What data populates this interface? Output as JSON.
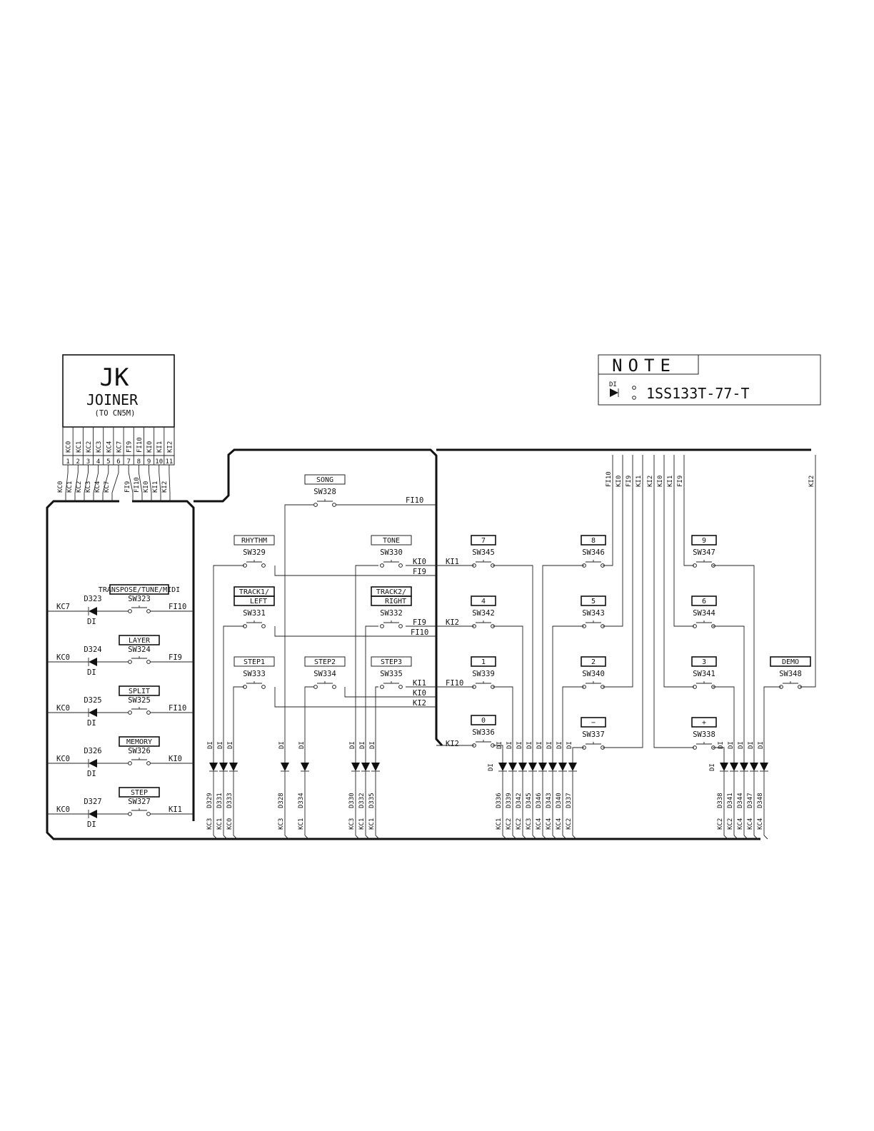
{
  "joiner": {
    "title": "JK",
    "subtitle": "JOINER",
    "note": "(TO CN5M)",
    "pins": [
      {
        "num": "1",
        "sig": "KC0"
      },
      {
        "num": "2",
        "sig": "KC1"
      },
      {
        "num": "3",
        "sig": "KC2"
      },
      {
        "num": "4",
        "sig": "KC3"
      },
      {
        "num": "5",
        "sig": "KC4"
      },
      {
        "num": "6",
        "sig": "KC7"
      },
      {
        "num": "7",
        "sig": "FI9"
      },
      {
        "num": "8",
        "sig": "FI10"
      },
      {
        "num": "9",
        "sig": "KI0"
      },
      {
        "num": "10",
        "sig": "KI1"
      },
      {
        "num": "11",
        "sig": "KI2"
      }
    ]
  },
  "note_box": {
    "title": "NOTE",
    "symbol_label": "DI",
    "part": "1SS133T-77-T"
  },
  "left_panel": [
    {
      "button": "TRANSPOSE/TUNE/MIDI",
      "sw": "SW323",
      "diode": "D323",
      "left": "KC7",
      "right": "FI10",
      "di": "DI"
    },
    {
      "button": "LAYER",
      "sw": "SW324",
      "diode": "D324",
      "left": "KC0",
      "right": "FI9",
      "di": "DI"
    },
    {
      "button": "SPLIT",
      "sw": "SW325",
      "diode": "D325",
      "left": "KC0",
      "right": "FI10",
      "di": "DI"
    },
    {
      "button": "MEMORY",
      "sw": "SW326",
      "diode": "D326",
      "left": "KC0",
      "right": "KI0",
      "di": "DI"
    },
    {
      "button": "STEP",
      "sw": "SW327",
      "diode": "D327",
      "left": "KC0",
      "right": "KI1",
      "di": "DI"
    }
  ],
  "middle_switches": [
    {
      "button": "SONG",
      "sw": "SW328"
    },
    {
      "button": "RHYTHM",
      "sw": "SW329"
    },
    {
      "button": "TONE",
      "sw": "SW330"
    },
    {
      "button": "TRACK1/",
      "button2": "LEFT",
      "sw": "SW331"
    },
    {
      "button": "TRACK2/",
      "button2": "RIGHT",
      "sw": "SW332"
    },
    {
      "button": "STEP1",
      "sw": "SW333"
    },
    {
      "button": "STEP2",
      "sw": "SW334"
    },
    {
      "button": "STEP3",
      "sw": "SW335"
    }
  ],
  "keypad": [
    {
      "button": "7",
      "sw": "SW345"
    },
    {
      "button": "8",
      "sw": "SW346"
    },
    {
      "button": "9",
      "sw": "SW347"
    },
    {
      "button": "4",
      "sw": "SW342"
    },
    {
      "button": "5",
      "sw": "SW343"
    },
    {
      "button": "6",
      "sw": "SW344"
    },
    {
      "button": "1",
      "sw": "SW339"
    },
    {
      "button": "2",
      "sw": "SW340"
    },
    {
      "button": "3",
      "sw": "SW341"
    },
    {
      "button": "0",
      "sw": "SW336"
    },
    {
      "button": "−",
      "sw": "SW337"
    },
    {
      "button": "+",
      "sw": "SW338"
    },
    {
      "button": "DEMO",
      "sw": "SW348"
    }
  ],
  "bus_labels": {
    "song_line": "FI10",
    "rhythm_tone": [
      "KI0",
      "FI9",
      "KI1"
    ],
    "track": [
      "FI9",
      "FI10",
      "KI2"
    ],
    "step": [
      "KI1",
      "KI0",
      "KI2"
    ],
    "step_right": "FI10",
    "zero_line": "KI2",
    "top_right": [
      "FI10",
      "KI0",
      "FI9",
      "KI1",
      "KI2",
      "KI0",
      "KI1",
      "FI9",
      "KI2"
    ]
  },
  "diode_groups": [
    {
      "label": "DI",
      "diodes": [
        "D329",
        "D331",
        "D333"
      ],
      "signals": [
        "KC3",
        "KC1",
        "KC0"
      ]
    },
    {
      "label": "DI",
      "diodes": [
        "D328"
      ],
      "signals": [
        "KC3"
      ]
    },
    {
      "label": "DI",
      "diodes": [
        "D334"
      ],
      "signals": [
        "KC1"
      ]
    },
    {
      "label": "DI",
      "diodes": [
        "D330",
        "D332",
        "D335"
      ],
      "signals": [
        "KC3",
        "KC1",
        "KC1"
      ]
    },
    {
      "label": "DI",
      "diodes": [
        "D336",
        "D339",
        "D342",
        "D345",
        "D346",
        "D343",
        "D340",
        "D337"
      ],
      "signals": [
        "KC1",
        "KC2",
        "KC2",
        "KC3",
        "KC4",
        "KC4",
        "KC4",
        "KC2"
      ]
    },
    {
      "label": "DI",
      "diodes": [
        "D338",
        "D341",
        "D344",
        "D347",
        "D348"
      ],
      "signals": [
        "KC2",
        "KC2",
        "KC4",
        "KC4",
        "KC4"
      ]
    }
  ]
}
